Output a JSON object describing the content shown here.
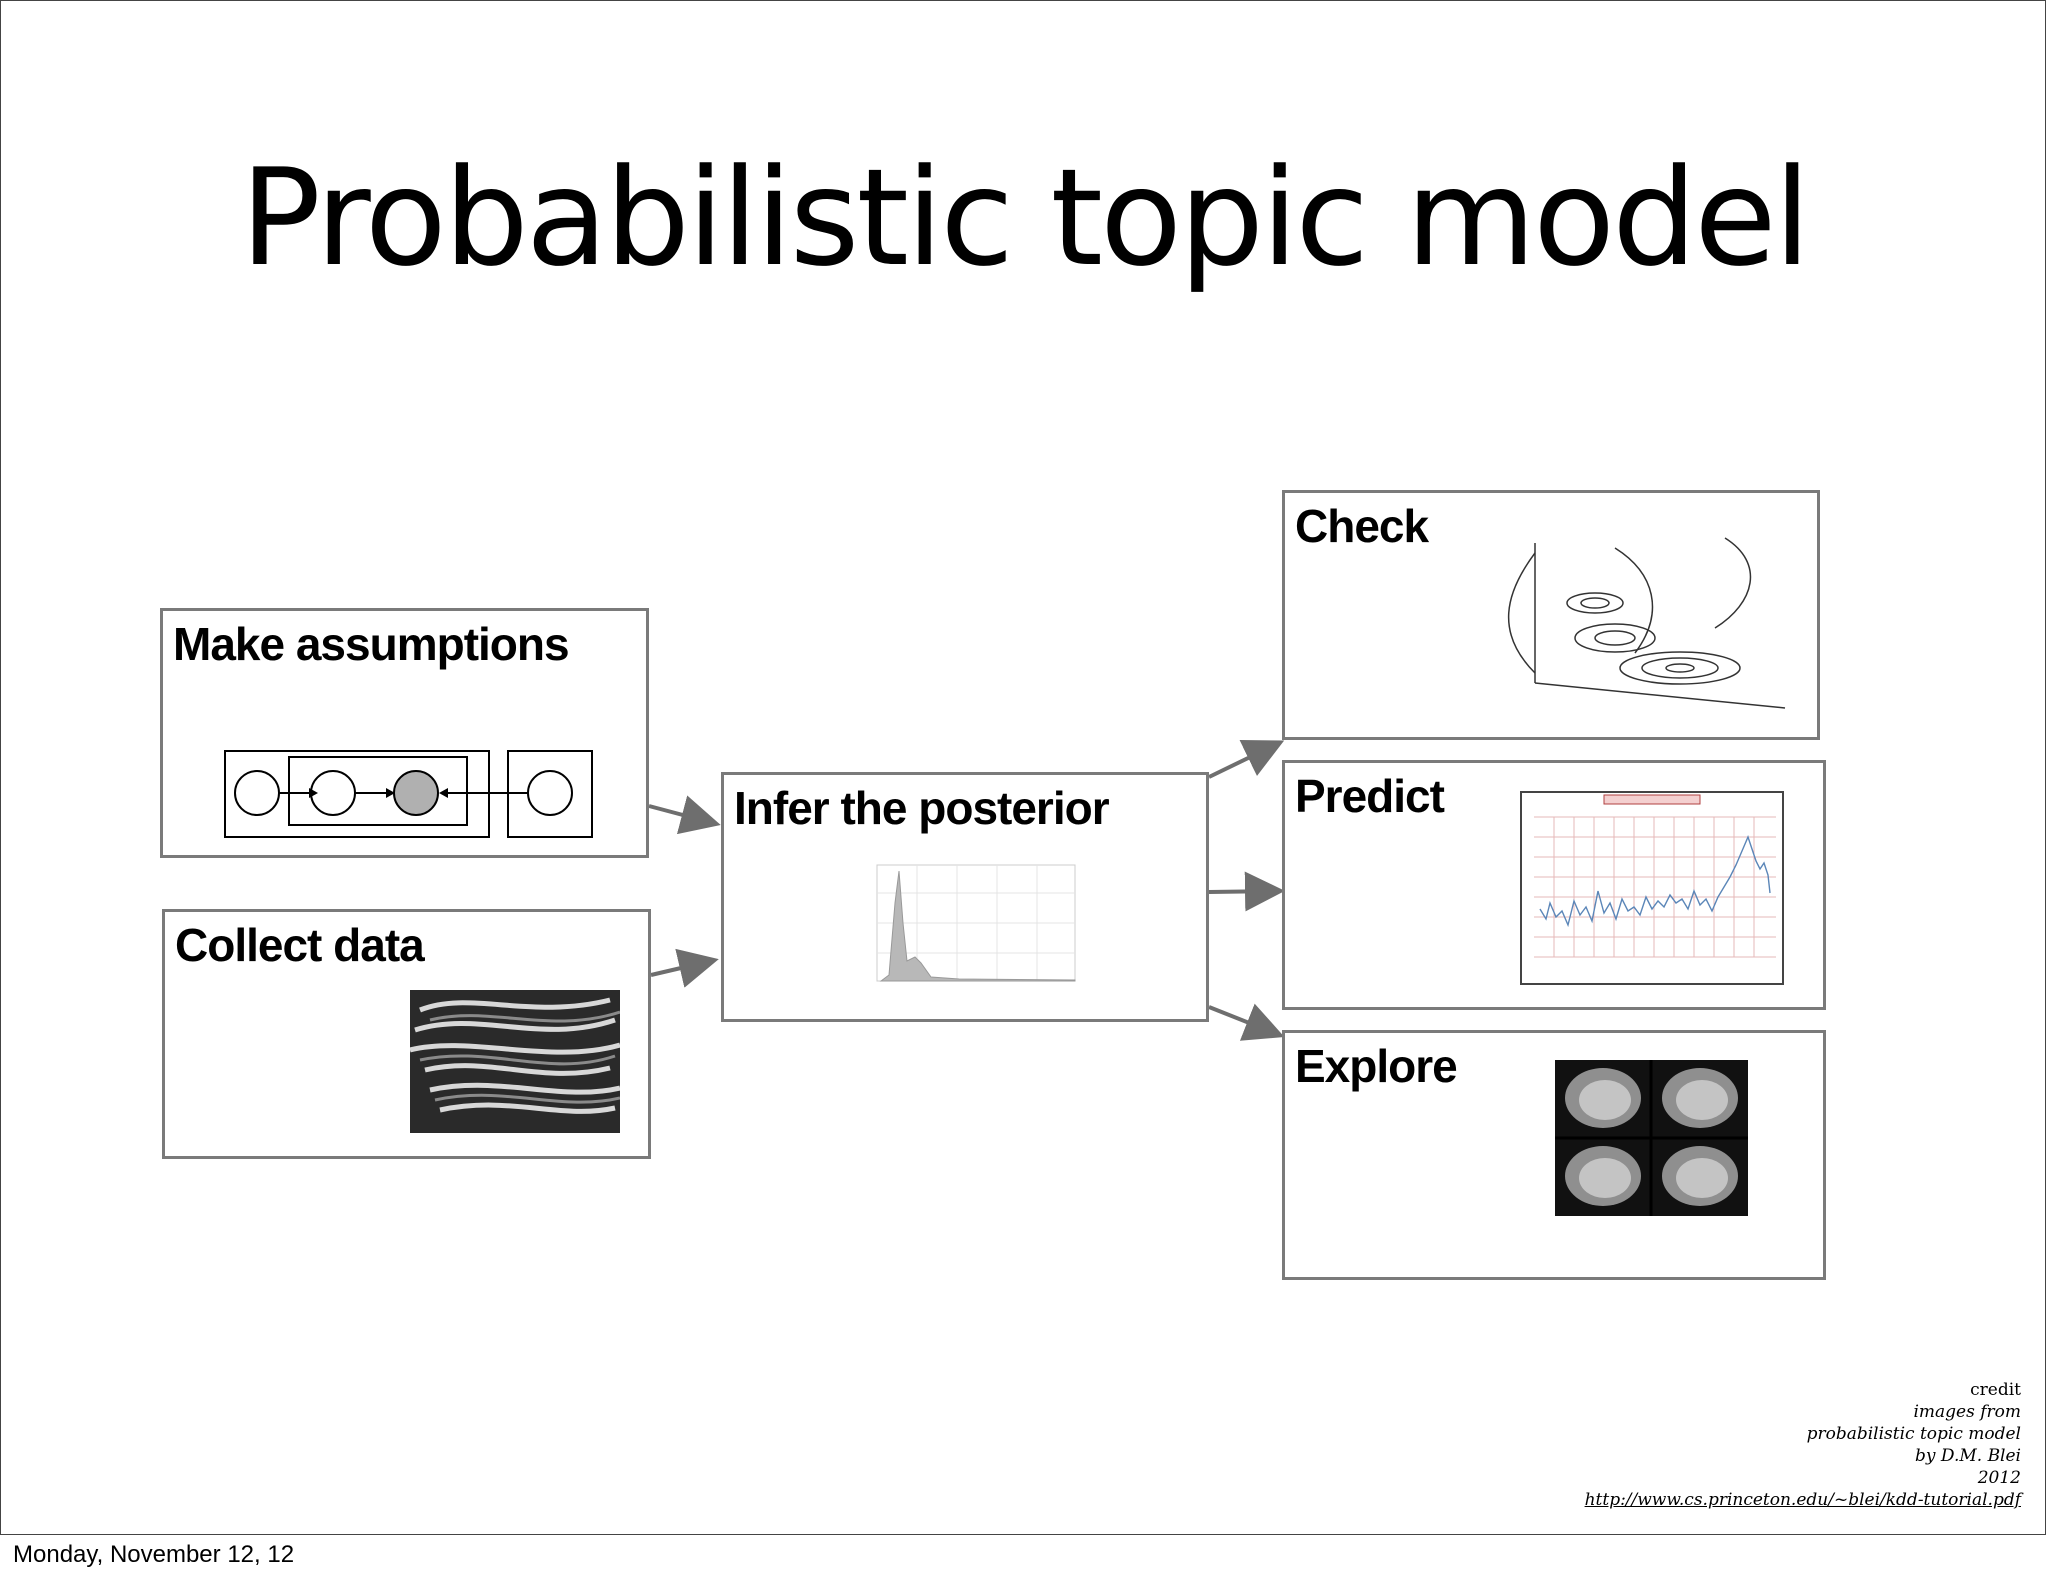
{
  "slide": {
    "title": "Probabilistic topic model"
  },
  "boxes": {
    "make_assumptions": "Make assumptions",
    "collect_data": "Collect data",
    "infer_posterior": "Infer the posterior",
    "check": "Check",
    "predict": "Predict",
    "explore": "Explore"
  },
  "credit": {
    "heading": "credit",
    "line1": "images from",
    "line2": "probabilistic topic model",
    "line3": "by D.M. Blei",
    "line4": "2012",
    "url": "http://www.cs.princeton.edu/~blei/kdd-tutorial.pdf"
  },
  "footer": {
    "date": "Monday, November 12, 12"
  },
  "colors": {
    "box_border": "#7a7a7a",
    "arrow": "#6e6e6e",
    "observed_node": "#b0b0b0"
  }
}
